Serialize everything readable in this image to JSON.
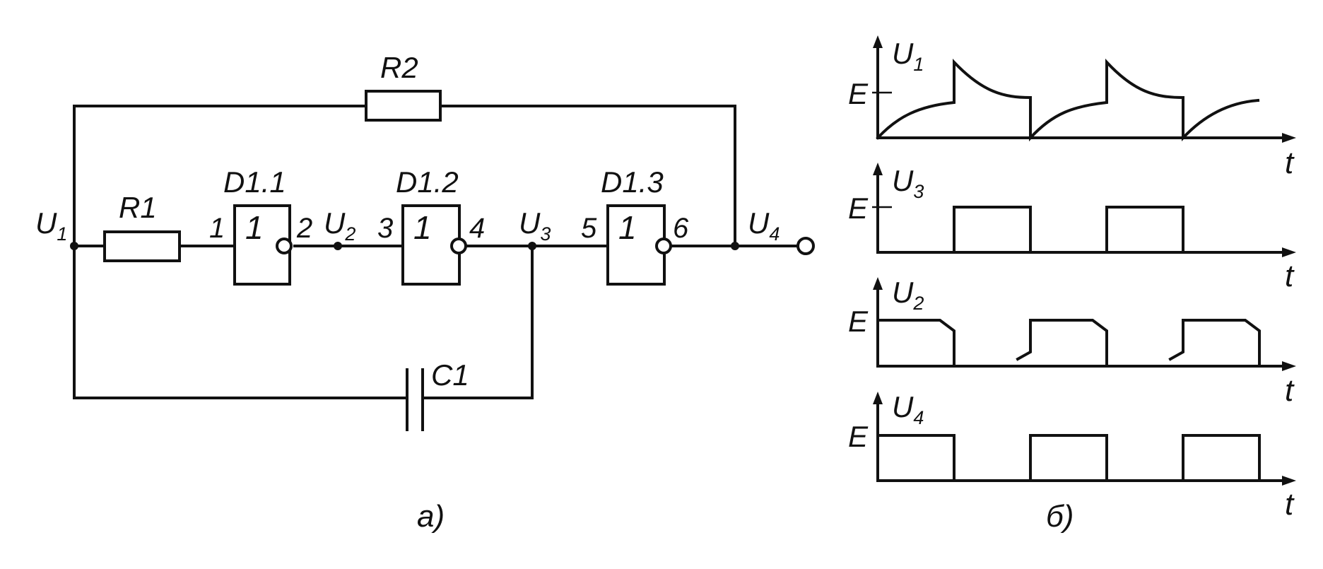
{
  "circuit": {
    "resistors": {
      "r1": "R1",
      "r2": "R2"
    },
    "capacitor": "C1",
    "gates": [
      {
        "name": "D1.1",
        "symbol": "1",
        "pin_in": "1",
        "pin_out": "2"
      },
      {
        "name": "D1.2",
        "symbol": "1",
        "pin_in": "3",
        "pin_out": "4"
      },
      {
        "name": "D1.3",
        "symbol": "1",
        "pin_in": "5",
        "pin_out": "6"
      }
    ],
    "nodes": {
      "u1": {
        "main": "U",
        "sub": "1"
      },
      "u2": {
        "main": "U",
        "sub": "2"
      },
      "u3": {
        "main": "U",
        "sub": "3"
      },
      "u4": {
        "main": "U",
        "sub": "4"
      }
    },
    "caption": "а)"
  },
  "timing": {
    "caption": "б)",
    "level_label": "E",
    "time_label": "t",
    "plots": [
      {
        "signal": {
          "main": "U",
          "sub": "1"
        }
      },
      {
        "signal": {
          "main": "U",
          "sub": "3"
        }
      },
      {
        "signal": {
          "main": "U",
          "sub": "2"
        }
      },
      {
        "signal": {
          "main": "U",
          "sub": "4"
        }
      }
    ]
  }
}
